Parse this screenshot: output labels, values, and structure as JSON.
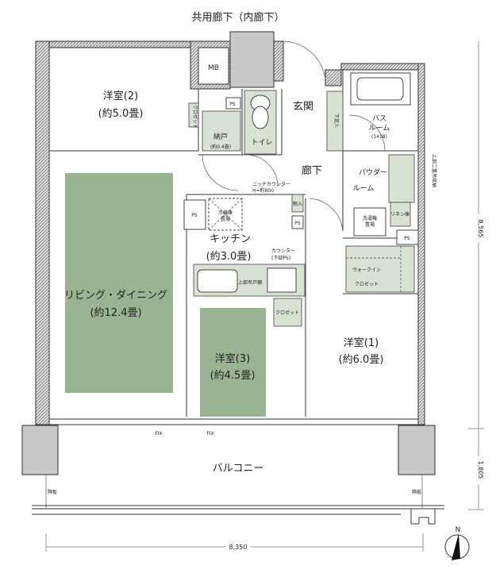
{
  "title": "共用廊下（内廊下）",
  "colors": {
    "tatami_green": "#9ab493",
    "fixture_green": "#d7e2d3",
    "shaft_gray": "#c8c8c8",
    "dimension_line": "#999999"
  },
  "rooms": {
    "western2": {
      "name": "洋室(2)",
      "size": "(約5.0畳)"
    },
    "living": {
      "name": "リビング・ダイニング",
      "size": "(約12.4畳)"
    },
    "western3": {
      "name": "洋室(3)",
      "size": "(約4.5畳)"
    },
    "western1": {
      "name": "洋室(1)",
      "size": "(約6.0畳)"
    },
    "kitchen": {
      "name": "キッチン",
      "size": "(約3.0畳)"
    },
    "entrance": "玄関",
    "hallway": "廊下",
    "toilet": "トイレ",
    "storage": {
      "name": "納戸",
      "size": "(約0.4畳)"
    },
    "bath": {
      "line1": "バス",
      "line2": "ルーム",
      "size": "(1418)"
    },
    "powder": {
      "line1": "パウダー",
      "line2": "ルーム"
    },
    "walkin": {
      "line1": "ウォークイン",
      "line2": "クロゼット"
    },
    "balcony": "バルコニー"
  },
  "labels": {
    "mb": "MB",
    "ps": "PS",
    "closet": "クロゼット",
    "shoe": "下足入",
    "upper_cabinet": "上部吊戸棚",
    "niche": "ニッチカウンター",
    "niche_h": "H=約800",
    "counter": "カウンター",
    "counter_sub": "(下部PS)",
    "fridge1": "冷蔵庫",
    "fridge2": "置場",
    "washer1": "洗濯機",
    "washer2": "置場",
    "linen": "リネン庫",
    "storage_small": "物入",
    "upper_shelf": "上部二重吊収納",
    "partition": "隔板",
    "fix": "FIX"
  },
  "dimensions": {
    "width": "8,350",
    "depth": "8,565",
    "balcony_depth": "1,805"
  },
  "compass": "N"
}
